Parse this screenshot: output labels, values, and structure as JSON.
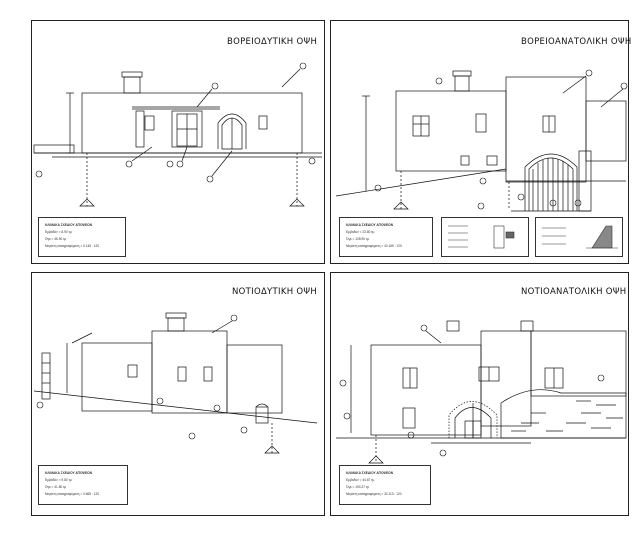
{
  "sheets": [
    {
      "title": "ΒΟΡΕΙΟΔΥΤΙΚΗ ΟΨΗ",
      "info": [
        "ΚΛΙΜΑΚΑ ΣΧΕΔΙΟΥ ΑΠΟΨΕΩΝ",
        "Εμβαδόν = 8.90 τμ",
        "Όγκ = 46.90 τμ",
        "Μεγίστη καταγραφόμενη = 0.145 : 120"
      ]
    },
    {
      "title": "ΒΟΡΕΙΟΑΝΑΤΟΛΙΚΗ ΟΨΗ",
      "info": [
        "ΚΛΙΜΑΚΑ ΣΧΕΔΙΟΥ ΑΠΟΨΕΩΝ",
        "Εμβαδόν = 23.80 τμ",
        "Όγκ = 108.90 τμ",
        "Μεγίστη καταγραφόμενη = 42.165 : 120"
      ]
    },
    {
      "title": "ΝΟΤΙΟΔΥΤΙΚΗ ΟΨΗ",
      "info": [
        "ΚΛΙΜΑΚΑ ΣΧΕΔΙΟΥ ΑΠΟΨΕΩΝ",
        "Εμβαδόν = 9.80 τμ",
        "Όγκ = 41.80 τμ",
        "Μεγίστη καταγραφόμενη = 0.665 : 120"
      ]
    },
    {
      "title": "ΝΟΤΙΟΑΝΑΤΟΛΙΚΗ ΟΨΗ",
      "info": [
        "ΚΛΙΜΑΚΑ ΣΧΕΔΙΟΥ ΑΠΟΨΕΩΝ",
        "Εμβαδόν = 44.87 τμ",
        "Όγκ = 190.37 τμ",
        "Μεγίστη καταγραφόμενη = 32.113 : 120"
      ]
    }
  ]
}
